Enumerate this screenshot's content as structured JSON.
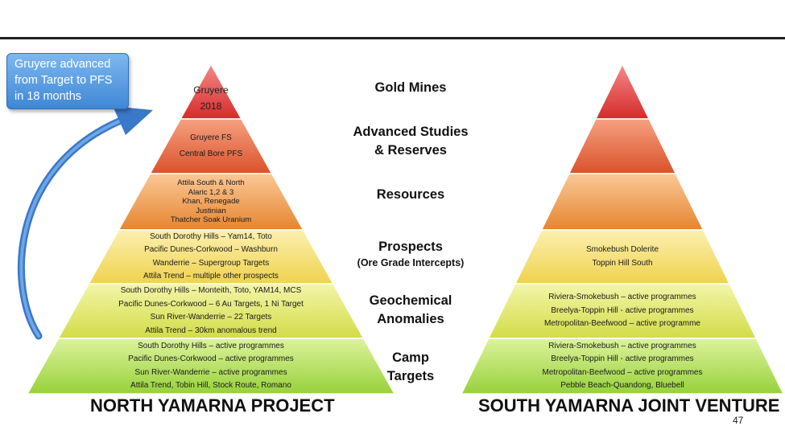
{
  "callout": {
    "lines": [
      "Gruyere advanced",
      "from Target to PFS",
      "in 18 months"
    ]
  },
  "left": {
    "title": "NORTH YAMARNA PROJECT",
    "levels": [
      {
        "lines": [
          "Gruyere",
          "2018"
        ]
      },
      {
        "lines": [
          "Gruyere FS",
          "Central Bore PFS"
        ]
      },
      {
        "lines": [
          "Attila South & North",
          "Alaric 1,2 & 3",
          "Khan, Renegade",
          "Justinian",
          "Thatcher Soak Uranium"
        ]
      },
      {
        "lines": [
          "South Dorothy Hills – Yam14, Toto",
          "Pacific Dunes-Corkwood – Washburn",
          "Wanderrie – Supergroup Targets",
          "Attila Trend – multiple other prospects"
        ]
      },
      {
        "lines": [
          "South Dorothy Hills – Monteith, Toto, YAM14, MCS",
          "Pacific Dunes-Corkwood – 6 Au Targets, 1 Ni Target",
          "Sun River-Wanderrie – 22 Targets",
          "Attila Trend – 30km anomalous trend"
        ]
      },
      {
        "lines": [
          "South Dorothy Hills – active programmes",
          "Pacific Dunes-Corkwood – active programmes",
          "Sun River-Wanderrie – active programmes",
          "Attila Trend, Tobin Hill, Stock Route, Romano"
        ]
      }
    ]
  },
  "stages": [
    {
      "lines": [
        "Gold Mines"
      ]
    },
    {
      "lines": [
        "Advanced Studies",
        "& Reserves"
      ]
    },
    {
      "lines": [
        "Resources"
      ]
    },
    {
      "lines": [
        "Prospects"
      ],
      "sub": "(Ore Grade Intercepts)"
    },
    {
      "lines": [
        "Geochemical",
        "Anomalies"
      ]
    },
    {
      "lines": [
        "Camp",
        "Targets"
      ]
    }
  ],
  "right": {
    "title": "SOUTH YAMARNA JOINT VENTURE",
    "levels": [
      {
        "lines": []
      },
      {
        "lines": []
      },
      {
        "lines": []
      },
      {
        "lines": [
          "Smokebush Dolerite",
          "Toppin Hill South"
        ]
      },
      {
        "lines": [
          "Riviera-Smokebush – active programmes",
          "Breelya-Toppin Hill - active programmes",
          "Metropolitan-Beefwood – active programme"
        ]
      },
      {
        "lines": [
          "Riviera-Smokebush – active programmes",
          "Breelya-Toppin Hill - active programmes",
          "Metropolitan-Beefwood – active programmes",
          "Pebble Beach-Quandong, Bluebell"
        ]
      }
    ]
  },
  "page_number": "47",
  "colors": {
    "levels": [
      [
        "#f58a8a",
        "#d62a2a"
      ],
      [
        "#f6a180",
        "#d9522a"
      ],
      [
        "#fbc897",
        "#e5852f"
      ],
      [
        "#fcf0b0",
        "#efd24e"
      ],
      [
        "#f3f5a8",
        "#d3dc48"
      ],
      [
        "#dcf39c",
        "#98d13b"
      ]
    ],
    "callout": "#4a90d9",
    "arrow": "#3a78c8"
  }
}
